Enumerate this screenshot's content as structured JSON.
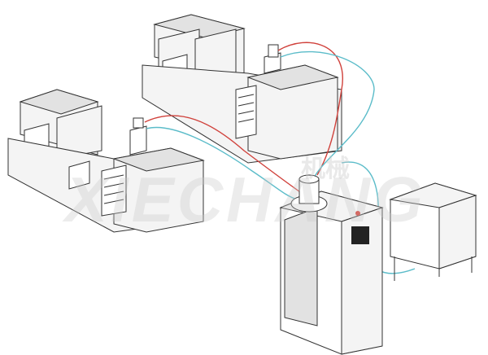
{
  "watermark": {
    "latin": "XIECHANG",
    "chinese": "机械"
  },
  "colors": {
    "hot_line": "#d0413b",
    "cold_line": "#5bbcc9",
    "outline": "#333333",
    "panel_red": "#d93a30"
  },
  "icons": [
    "injection-molding-machine",
    "vacuum-loader",
    "dehumidifying-dryer",
    "material-bin"
  ]
}
